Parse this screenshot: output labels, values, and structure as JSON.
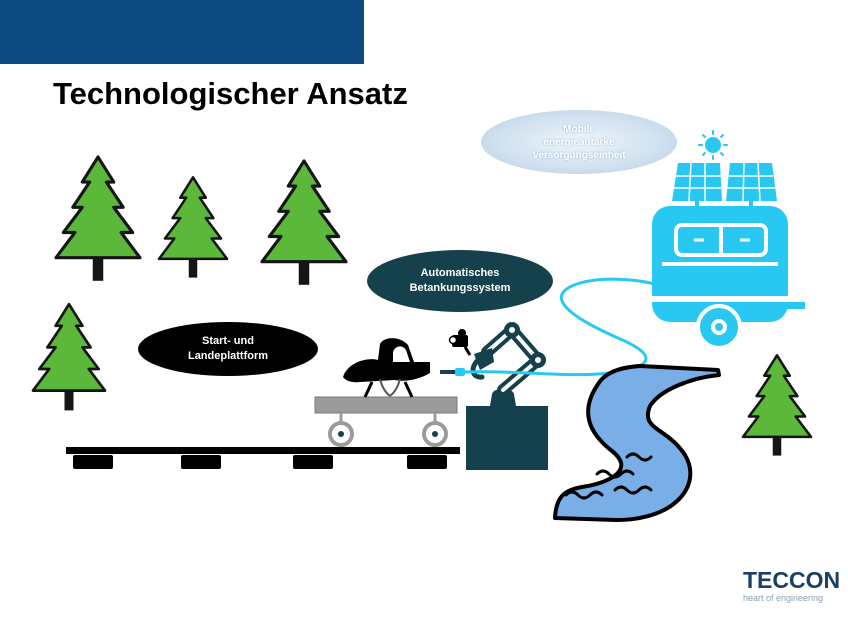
{
  "title": "Technologischer Ansatz",
  "bubbles": {
    "start_line1": "Start- und",
    "start_line2": "Landeplattform",
    "tank_line1": "Automatisches",
    "tank_line2": "Betankungssystem",
    "supply_line1": "Mobile",
    "supply_line2": "energieautarke",
    "supply_line3": "Versorgungseinheit"
  },
  "logo": {
    "name": "TECCON",
    "tagline": "heart of engineering"
  },
  "icons": [
    "tree-icon",
    "drone-icon",
    "robot-arm-icon",
    "camera-icon",
    "trailer-icon",
    "solar-panel-icon",
    "sun-icon",
    "river-icon",
    "platform-cart-icon"
  ],
  "colors": {
    "header_bar": "#0c4a80",
    "tree_green": "#5cb83a",
    "trailer_cyan": "#29c8f3",
    "river_blue": "#7aaee6",
    "dark_teal": "#15414d"
  }
}
